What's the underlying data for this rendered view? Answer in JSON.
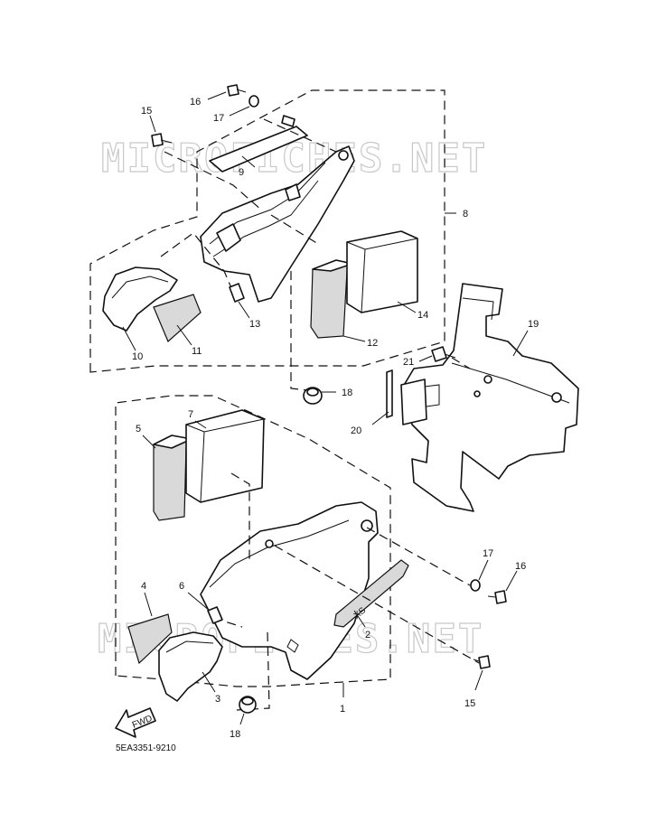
{
  "watermark": "MICROFICHES.NET",
  "diagram_code": "5EA3351-9210",
  "fwd_label": "FWD",
  "callouts": {
    "c1": "1",
    "c2": "2",
    "c3": "3",
    "c4": "4",
    "c5": "5",
    "c6": "6",
    "c7": "7",
    "c8": "8",
    "c9": "9",
    "c10": "10",
    "c11": "11",
    "c12": "12",
    "c13": "13",
    "c14": "14",
    "c15a": "15",
    "c15b": "15",
    "c16a": "16",
    "c16b": "16",
    "c17a": "17",
    "c17b": "17",
    "c18a": "18",
    "c18b": "18",
    "c19": "19",
    "c20": "20",
    "c21": "21"
  }
}
